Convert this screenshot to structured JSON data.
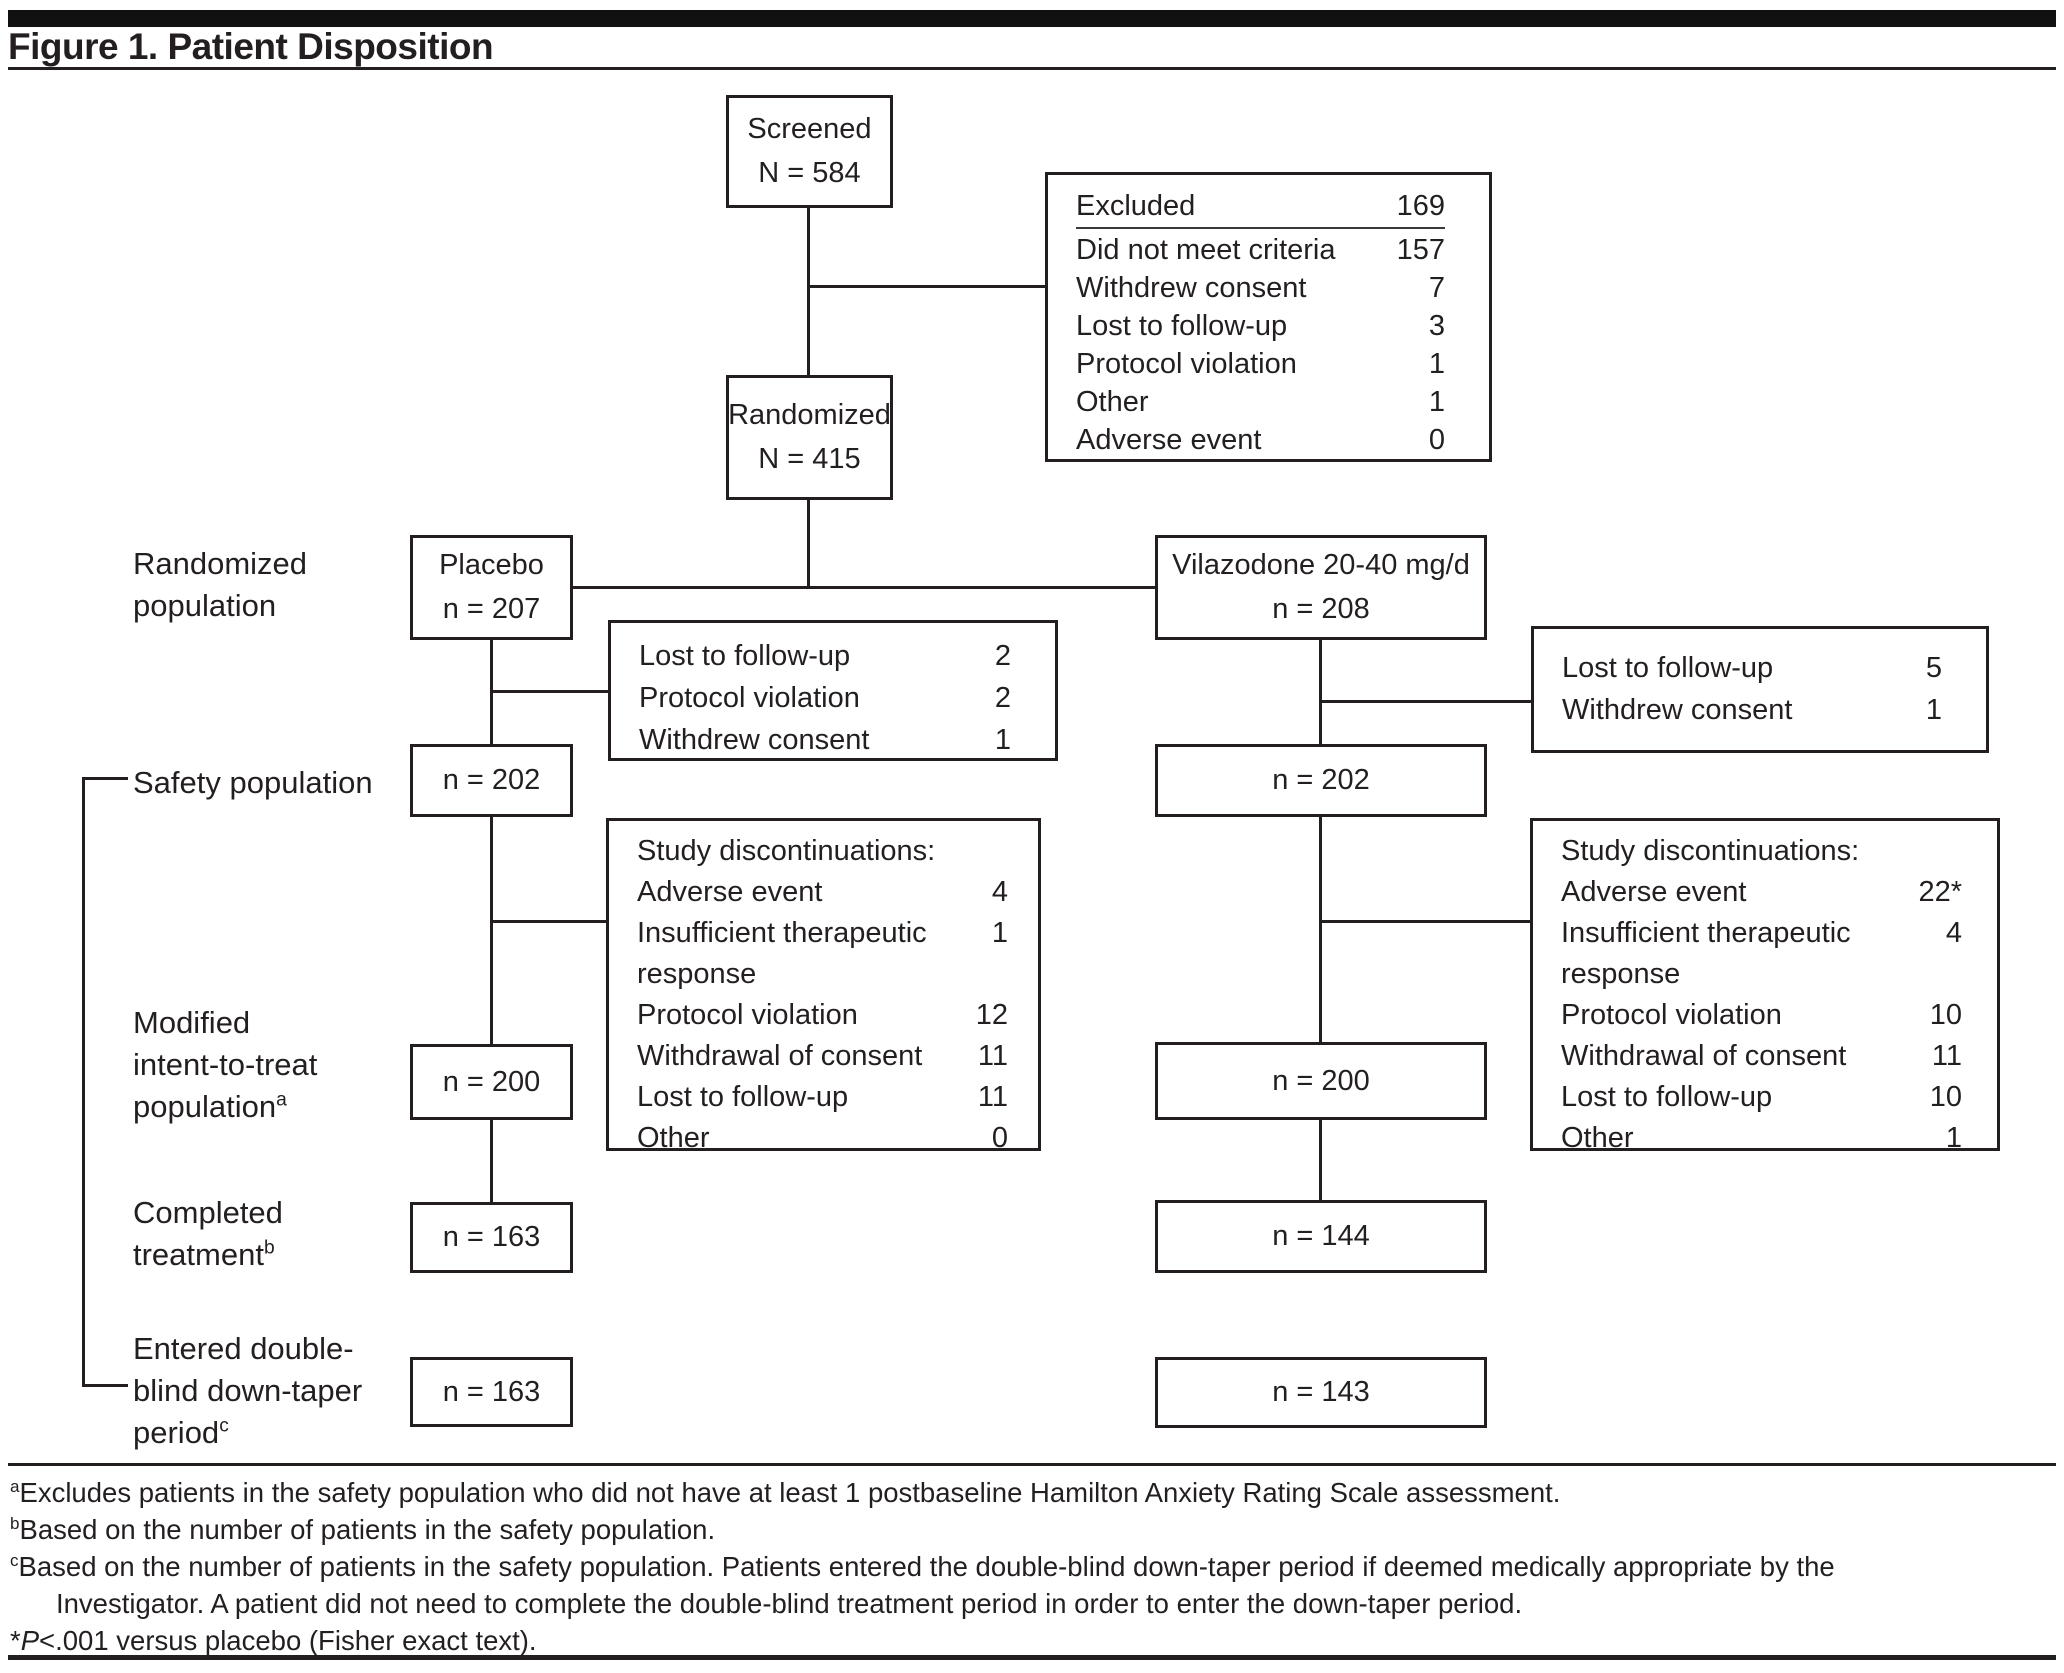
{
  "figure": {
    "title": "Figure 1. Patient Disposition"
  },
  "boxes": {
    "screened": {
      "line1": "Screened",
      "line2": "N = 584"
    },
    "randomized": {
      "line1": "Randomized",
      "line2": "N = 415"
    },
    "excluded": {
      "header_label": "Excluded",
      "header_value": "169",
      "rows": [
        {
          "label": "Did not meet criteria",
          "value": "157"
        },
        {
          "label": "Withdrew consent",
          "value": "7"
        },
        {
          "label": "Lost to follow-up",
          "value": "3"
        },
        {
          "label": "Protocol violation",
          "value": "1"
        },
        {
          "label": "Other",
          "value": "1"
        },
        {
          "label": "Adverse event",
          "value": "0"
        }
      ]
    },
    "placebo": {
      "line1": "Placebo",
      "line2": "n = 207"
    },
    "vilazodone": {
      "line1": "Vilazodone 20-40 mg/d",
      "line2": "n = 208"
    },
    "placebo_dropouts": {
      "rows": [
        {
          "label": "Lost to follow-up",
          "value": "2"
        },
        {
          "label": "Protocol violation",
          "value": "2"
        },
        {
          "label": "Withdrew consent",
          "value": "1"
        }
      ]
    },
    "vilazodone_dropouts": {
      "rows": [
        {
          "label": "Lost to follow-up",
          "value": "5"
        },
        {
          "label": "Withdrew consent",
          "value": "1"
        }
      ]
    },
    "placebo_safety": {
      "n": "n = 202"
    },
    "vilazodone_safety": {
      "n": "n = 202"
    },
    "placebo_discontinuations": {
      "title": "Study discontinuations:",
      "rows": [
        {
          "label": "Adverse event",
          "value": "4"
        },
        {
          "label": "Insufficient therapeutic response",
          "value": "1"
        },
        {
          "label": "Protocol violation",
          "value": "12"
        },
        {
          "label": "Withdrawal of consent",
          "value": "11"
        },
        {
          "label": "Lost to follow-up",
          "value": "11"
        },
        {
          "label": "Other",
          "value": "0"
        }
      ]
    },
    "vilazodone_discontinuations": {
      "title": "Study discontinuations:",
      "rows": [
        {
          "label": "Adverse event",
          "value": "22*"
        },
        {
          "label": "Insufficient therapeutic response",
          "value": "4"
        },
        {
          "label": "Protocol violation",
          "value": "10"
        },
        {
          "label": "Withdrawal of consent",
          "value": "11"
        },
        {
          "label": "Lost to follow-up",
          "value": "10"
        },
        {
          "label": "Other",
          "value": "1"
        }
      ]
    },
    "placebo_mitt": {
      "n": "n = 200"
    },
    "vilazodone_mitt": {
      "n": "n = 200"
    },
    "placebo_completed": {
      "n": "n = 163"
    },
    "vilazodone_completed": {
      "n": "n = 144"
    },
    "placebo_taper": {
      "n": "n = 163"
    },
    "vilazodone_taper": {
      "n": "n = 143"
    }
  },
  "row_labels": {
    "randomized_population": {
      "line1": "Randomized",
      "line2": "population"
    },
    "safety_population": {
      "line1": "Safety population"
    },
    "mitt": {
      "line1": "Modified",
      "line2": "intent-to-treat",
      "line3": "population",
      "sup": "a"
    },
    "completed": {
      "line1": "Completed",
      "line2": "treatment",
      "sup": "b"
    },
    "taper": {
      "line1": "Entered double-",
      "line2": "blind down-taper",
      "line3": "period",
      "sup": "c"
    }
  },
  "footnotes": {
    "a_marker": "a",
    "a_text": "Excludes patients in the safety population who did not have at least 1 postbaseline Hamilton Anxiety Rating Scale assessment.",
    "b_marker": "b",
    "b_text": "Based on the number of patients in the safety population.",
    "c_marker": "c",
    "c_text": "Based on the number of patients in the safety population. Patients entered the double-blind down-taper period if deemed medically appropriate by the",
    "c_text2": "Investigator. A patient did not need to complete the double-blind treatment period in order to enter the down-taper period.",
    "star_marker": "*",
    "star_p": "P",
    "star_text": "<.001 versus placebo (Fisher exact text)."
  },
  "colors": {
    "ink": "#231f20"
  }
}
